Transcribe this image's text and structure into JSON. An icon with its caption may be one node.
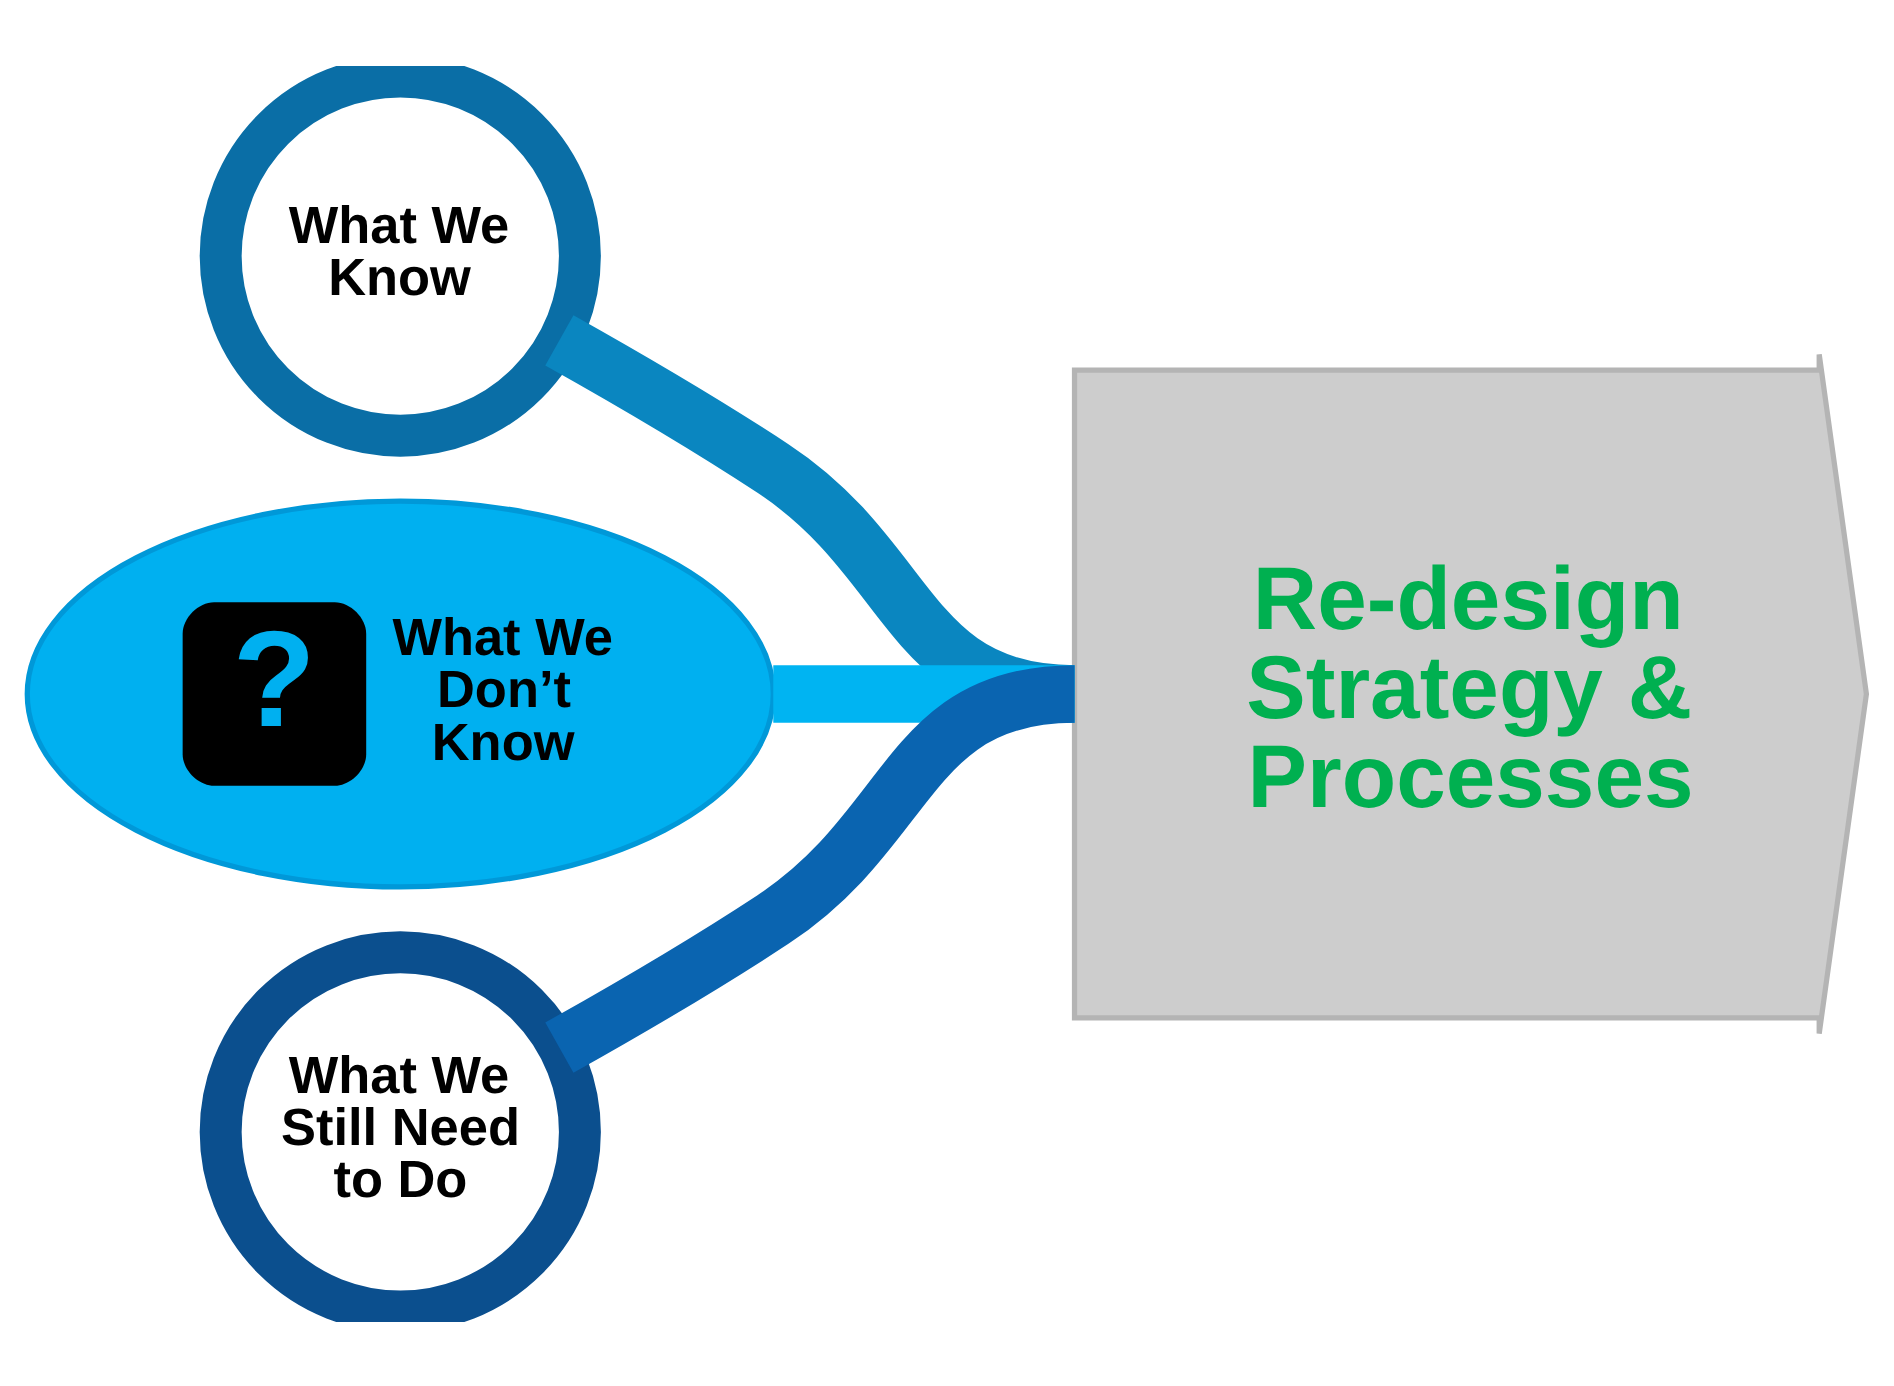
{
  "diagram": {
    "nodes": [
      {
        "text": [
          "What We Know"
        ]
      },
      {
        "text": [
          "?",
          "What We Don’t Know"
        ]
      },
      {
        "text": [
          "What We Still Need to Do"
        ]
      },
      {
        "text": [
          "Re-design Strategy & Processes"
        ]
      }
    ],
    "edges": [
      {
        "from": 0,
        "to": 3,
        "arrow": "none",
        "color": "#0a86c0"
      },
      {
        "from": 1,
        "to": 3,
        "arrow": "none",
        "color": "#00b4f2"
      },
      {
        "from": 2,
        "to": 3,
        "arrow": "none",
        "color": "#0a64b0"
      }
    ]
  }
}
